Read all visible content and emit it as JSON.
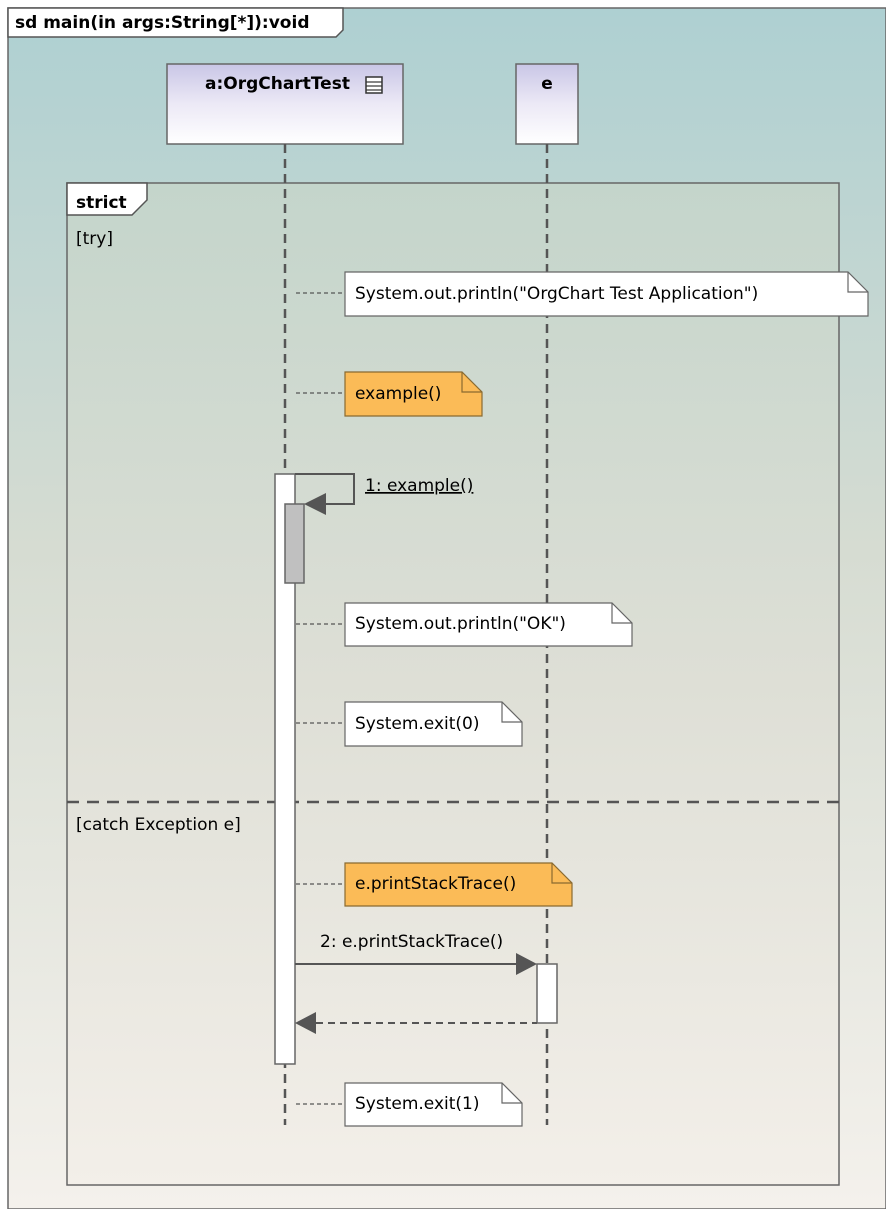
{
  "diagram": {
    "frame_title": "sd main(in args:String[*]):void",
    "lifelines": [
      {
        "id": "lifeline-orgcharttest",
        "name": "a:OrgChartTest",
        "has_icon": true,
        "icon": "compartment-icon"
      },
      {
        "id": "lifeline-e",
        "name": "e",
        "has_icon": false
      }
    ],
    "fragment": {
      "operator": "strict",
      "operands": [
        {
          "guard": "[try]"
        },
        {
          "guard": "[catch Exception e]"
        }
      ]
    },
    "notes": [
      {
        "text": "System.out.println(\"OrgChart Test Application\")",
        "highlighted": false
      },
      {
        "text": "example()",
        "highlighted": true
      },
      {
        "text": "System.out.println(\"OK\")",
        "highlighted": false
      },
      {
        "text": "System.exit(0)",
        "highlighted": false
      },
      {
        "text": "e.printStackTrace()",
        "highlighted": true
      },
      {
        "text": "System.exit(1)",
        "highlighted": false
      }
    ],
    "messages": [
      {
        "label": "1: example()",
        "kind": "self-call"
      },
      {
        "label": "2: e.printStackTrace()",
        "kind": "sync-call"
      },
      {
        "label": "",
        "kind": "return"
      }
    ]
  },
  "colors": {
    "background_top": "#aed0d2",
    "background_bottom": "#f4f1ec",
    "note_highlight": "#fbbb57",
    "lifeline_head_top": "#d9d6ee",
    "line": "#555555"
  }
}
